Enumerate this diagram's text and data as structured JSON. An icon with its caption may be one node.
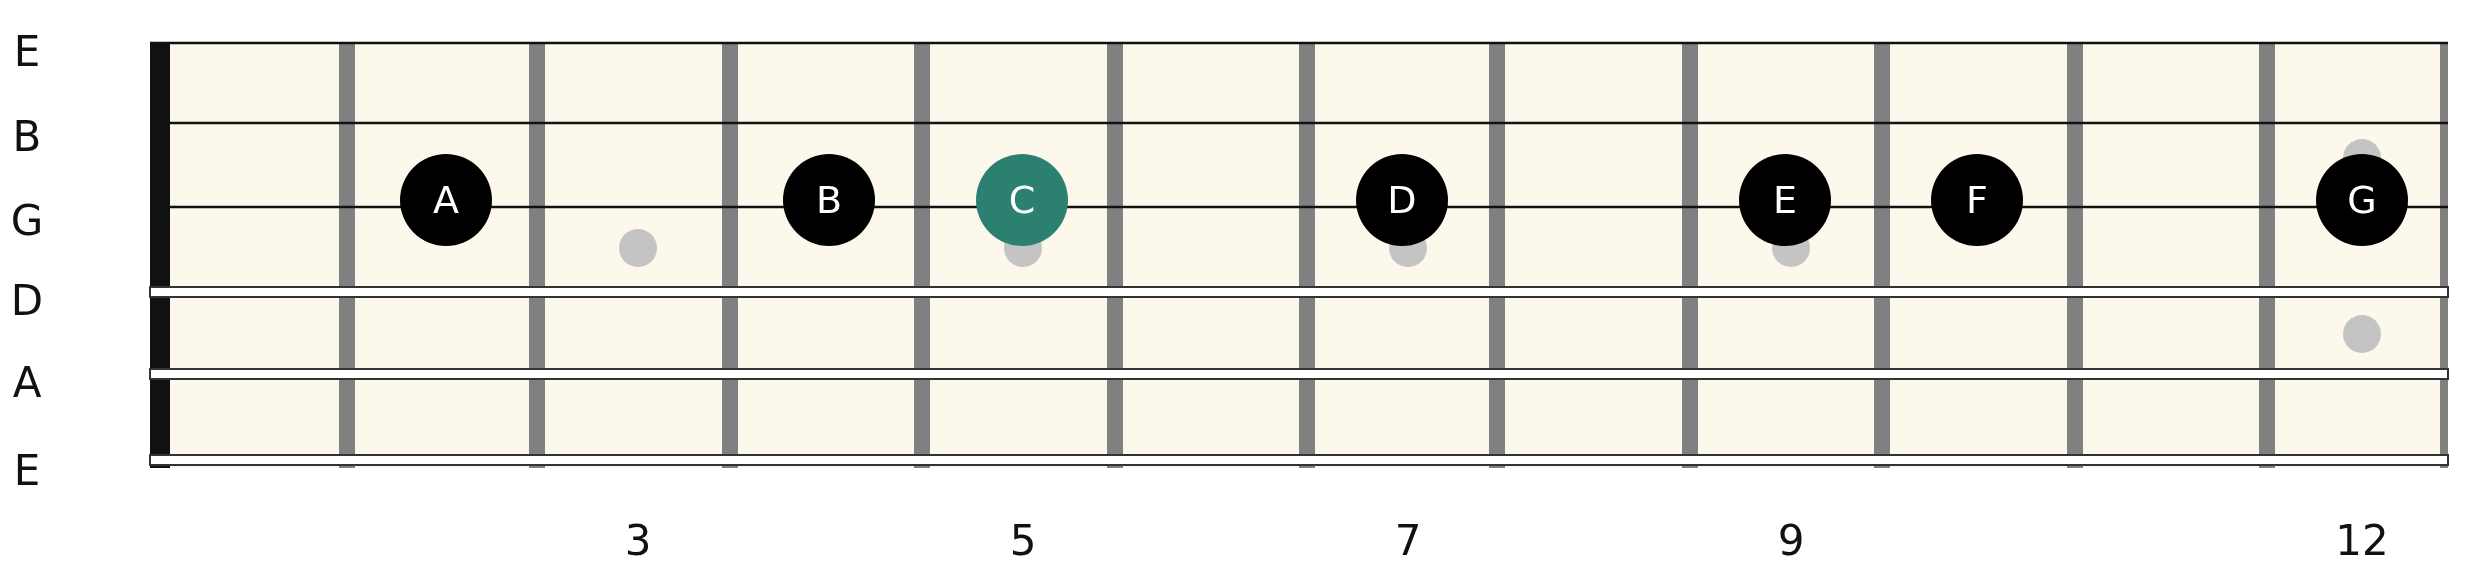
{
  "diagram": {
    "nodes": [
      {
        "text": [
          "A"
        ]
      },
      {
        "text": [
          "B"
        ]
      },
      {
        "text": [
          "C"
        ]
      },
      {
        "text": [
          "D"
        ]
      },
      {
        "text": [
          "E"
        ]
      },
      {
        "text": [
          "F"
        ]
      },
      {
        "text": [
          "G"
        ]
      }
    ],
    "labels": [
      "E",
      "B",
      "G",
      "D",
      "A",
      "E",
      "3",
      "5",
      "7",
      "9",
      "12"
    ]
  }
}
